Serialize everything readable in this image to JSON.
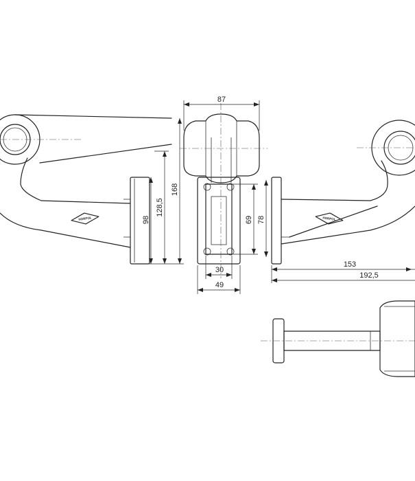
{
  "dimensions": {
    "width_top": "87",
    "height_overall": "168",
    "height_mid": "128,5",
    "height_base": "98",
    "slot_height": "69",
    "mount_height": "78",
    "slot_width": "30",
    "mount_width": "49",
    "reach_short": "153",
    "reach_long": "192,5"
  },
  "logo": {
    "left": "HORPOL",
    "right": "HORPOL"
  }
}
